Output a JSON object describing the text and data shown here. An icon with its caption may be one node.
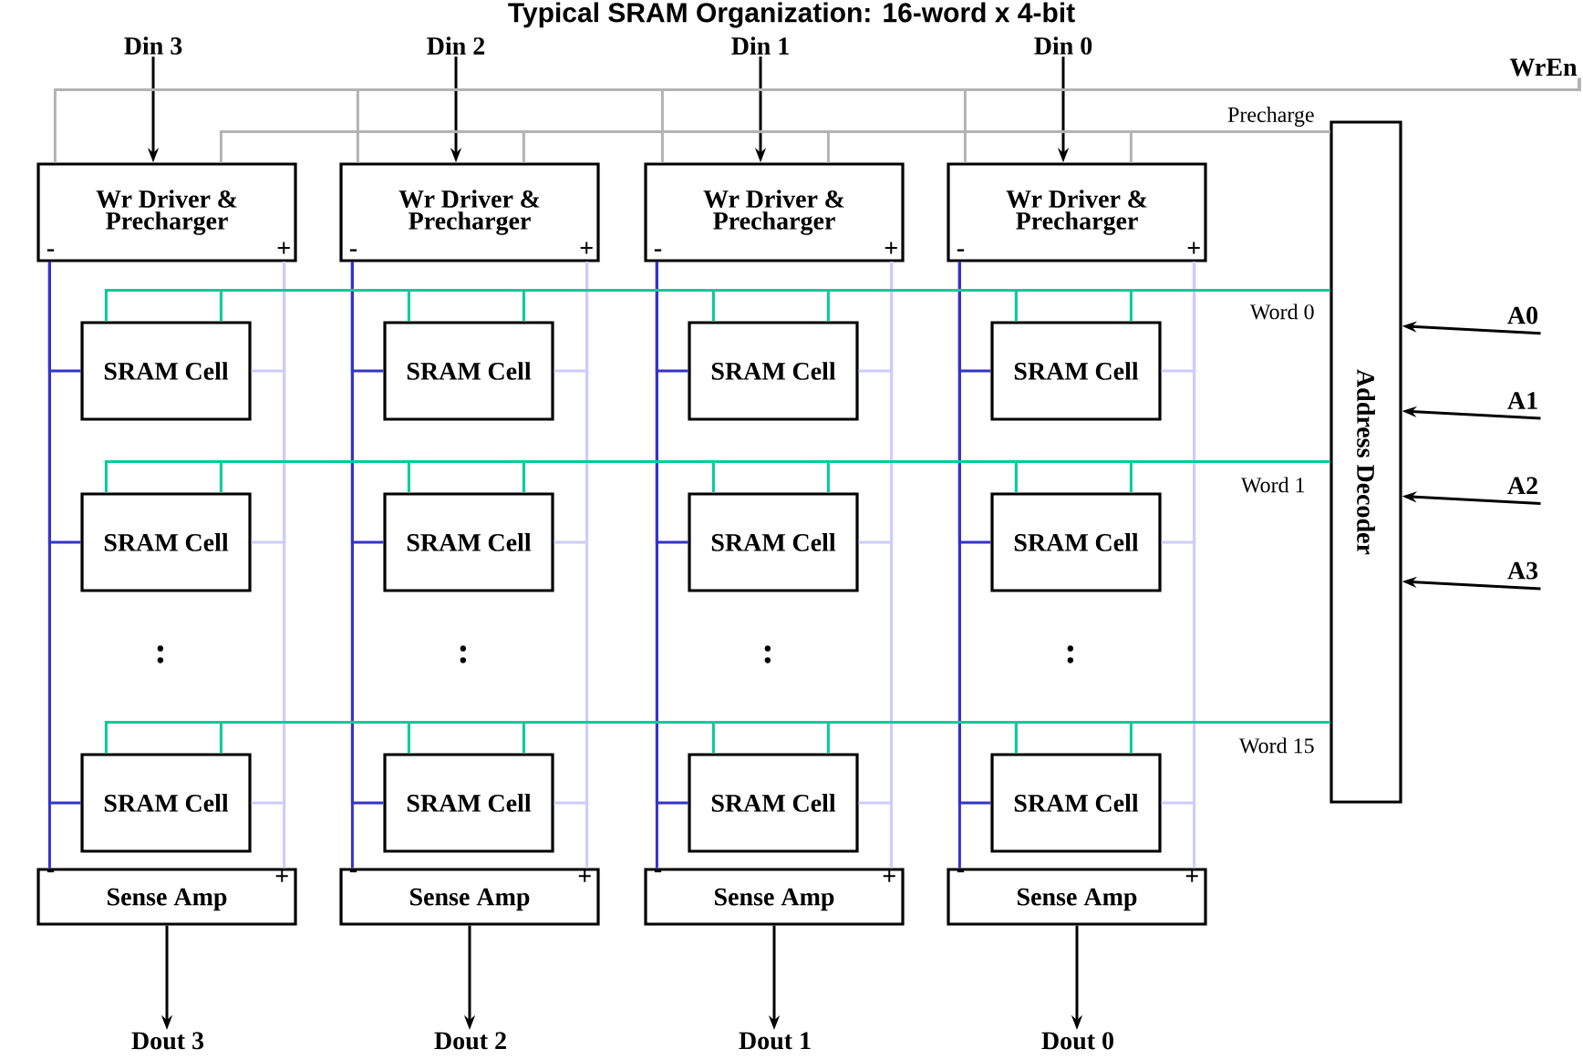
{
  "diagram": {
    "title": "Typical SRAM Organization: 16-word x 4-bit",
    "nodes": [
      {
        "text": [
          "Din 3"
        ]
      },
      {
        "text": [
          "Din 2"
        ]
      },
      {
        "text": [
          "Din 1"
        ]
      },
      {
        "text": [
          "Din 0"
        ]
      },
      {
        "text": [
          "Wr Driver & Precharger",
          "-",
          "+"
        ]
      },
      {
        "text": [
          "Wr Driver & Precharger",
          "-",
          "+"
        ]
      },
      {
        "text": [
          "Wr Driver & Precharger",
          "-",
          "+"
        ]
      },
      {
        "text": [
          "Wr Driver & Precharger",
          "-",
          "+"
        ]
      },
      {
        "text": [
          "SRAM Cell"
        ]
      },
      {
        "text": [
          "SRAM Cell"
        ]
      },
      {
        "text": [
          "SRAM Cell"
        ]
      },
      {
        "text": [
          "SRAM Cell"
        ]
      },
      {
        "text": [
          "SRAM Cell"
        ]
      },
      {
        "text": [
          "SRAM Cell"
        ]
      },
      {
        "text": [
          "SRAM Cell"
        ]
      },
      {
        "text": [
          "SRAM Cell"
        ]
      },
      {
        "text": [
          "SRAM Cell"
        ]
      },
      {
        "text": [
          "SRAM Cell"
        ]
      },
      {
        "text": [
          "SRAM Cell"
        ]
      },
      {
        "text": [
          "SRAM Cell"
        ]
      },
      {
        "text": [
          "Sense Amp",
          "-",
          "+"
        ]
      },
      {
        "text": [
          "Sense Amp",
          "-",
          "+"
        ]
      },
      {
        "text": [
          "Sense Amp",
          "-",
          "+"
        ]
      },
      {
        "text": [
          "Sense Amp",
          "-",
          "+"
        ]
      },
      {
        "text": [
          "Dout 3"
        ]
      },
      {
        "text": [
          "Dout 2"
        ]
      },
      {
        "text": [
          "Dout 1"
        ]
      },
      {
        "text": [
          "Dout 0"
        ]
      },
      {
        "text": [
          "Address Decoder"
        ]
      },
      {
        "text": [
          "A0"
        ]
      },
      {
        "text": [
          "A1"
        ]
      },
      {
        "text": [
          "A2"
        ]
      },
      {
        "text": [
          "A3"
        ]
      },
      {
        "text": [
          "WrEn"
        ]
      }
    ],
    "edges": [
      {
        "from": 0,
        "to": 4,
        "arrow": "to",
        "color": "#000000"
      },
      {
        "from": 1,
        "to": 5,
        "arrow": "to",
        "color": "#000000"
      },
      {
        "from": 2,
        "to": 6,
        "arrow": "to",
        "color": "#000000"
      },
      {
        "from": 3,
        "to": 7,
        "arrow": "to",
        "color": "#000000"
      },
      {
        "from": 33,
        "to": 4,
        "arrow": "none",
        "color": "#b3b3b3"
      },
      {
        "from": 33,
        "to": 5,
        "arrow": "none",
        "color": "#b3b3b3"
      },
      {
        "from": 33,
        "to": 6,
        "arrow": "none",
        "color": "#b3b3b3"
      },
      {
        "from": 33,
        "to": 7,
        "arrow": "none",
        "color": "#b3b3b3"
      },
      {
        "from": 28,
        "to": 4,
        "arrow": "none",
        "color": "#b3b3b3"
      },
      {
        "from": 28,
        "to": 5,
        "arrow": "none",
        "color": "#b3b3b3"
      },
      {
        "from": 28,
        "to": 6,
        "arrow": "none",
        "color": "#b3b3b3"
      },
      {
        "from": 28,
        "to": 7,
        "arrow": "none",
        "color": "#b3b3b3"
      },
      {
        "from": 4,
        "to": 8,
        "arrow": "none",
        "color": "#3333cc"
      },
      {
        "from": 4,
        "to": 12,
        "arrow": "none",
        "color": "#3333cc"
      },
      {
        "from": 4,
        "to": 16,
        "arrow": "none",
        "color": "#3333cc"
      },
      {
        "from": 5,
        "to": 9,
        "arrow": "none",
        "color": "#3333cc"
      },
      {
        "from": 5,
        "to": 13,
        "arrow": "none",
        "color": "#3333cc"
      },
      {
        "from": 5,
        "to": 17,
        "arrow": "none",
        "color": "#3333cc"
      },
      {
        "from": 6,
        "to": 10,
        "arrow": "none",
        "color": "#3333cc"
      },
      {
        "from": 6,
        "to": 14,
        "arrow": "none",
        "color": "#3333cc"
      },
      {
        "from": 6,
        "to": 18,
        "arrow": "none",
        "color": "#3333cc"
      },
      {
        "from": 7,
        "to": 11,
        "arrow": "none",
        "color": "#3333cc"
      },
      {
        "from": 7,
        "to": 15,
        "arrow": "none",
        "color": "#3333cc"
      },
      {
        "from": 7,
        "to": 19,
        "arrow": "none",
        "color": "#3333cc"
      },
      {
        "from": 4,
        "to": 8,
        "arrow": "none",
        "color": "#ccccff"
      },
      {
        "from": 4,
        "to": 12,
        "arrow": "none",
        "color": "#ccccff"
      },
      {
        "from": 4,
        "to": 16,
        "arrow": "none",
        "color": "#ccccff"
      },
      {
        "from": 5,
        "to": 9,
        "arrow": "none",
        "color": "#ccccff"
      },
      {
        "from": 5,
        "to": 13,
        "arrow": "none",
        "color": "#ccccff"
      },
      {
        "from": 5,
        "to": 17,
        "arrow": "none",
        "color": "#ccccff"
      },
      {
        "from": 6,
        "to": 10,
        "arrow": "none",
        "color": "#ccccff"
      },
      {
        "from": 6,
        "to": 14,
        "arrow": "none",
        "color": "#ccccff"
      },
      {
        "from": 6,
        "to": 18,
        "arrow": "none",
        "color": "#ccccff"
      },
      {
        "from": 7,
        "to": 11,
        "arrow": "none",
        "color": "#ccccff"
      },
      {
        "from": 7,
        "to": 15,
        "arrow": "none",
        "color": "#ccccff"
      },
      {
        "from": 7,
        "to": 19,
        "arrow": "none",
        "color": "#ccccff"
      },
      {
        "from": 4,
        "to": 20,
        "arrow": "none",
        "color": "#3333cc"
      },
      {
        "from": 5,
        "to": 21,
        "arrow": "none",
        "color": "#3333cc"
      },
      {
        "from": 6,
        "to": 22,
        "arrow": "none",
        "color": "#3333cc"
      },
      {
        "from": 7,
        "to": 23,
        "arrow": "none",
        "color": "#3333cc"
      },
      {
        "from": 4,
        "to": 20,
        "arrow": "none",
        "color": "#ccccff"
      },
      {
        "from": 5,
        "to": 21,
        "arrow": "none",
        "color": "#ccccff"
      },
      {
        "from": 6,
        "to": 22,
        "arrow": "none",
        "color": "#ccccff"
      },
      {
        "from": 7,
        "to": 23,
        "arrow": "none",
        "color": "#ccccff"
      },
      {
        "from": 28,
        "to": 8,
        "arrow": "none",
        "color": "#00cc99"
      },
      {
        "from": 28,
        "to": 9,
        "arrow": "none",
        "color": "#00cc99"
      },
      {
        "from": 28,
        "to": 10,
        "arrow": "none",
        "color": "#00cc99"
      },
      {
        "from": 28,
        "to": 11,
        "arrow": "none",
        "color": "#00cc99"
      },
      {
        "from": 28,
        "to": 12,
        "arrow": "none",
        "color": "#00cc99"
      },
      {
        "from": 28,
        "to": 13,
        "arrow": "none",
        "color": "#00cc99"
      },
      {
        "from": 28,
        "to": 14,
        "arrow": "none",
        "color": "#00cc99"
      },
      {
        "from": 28,
        "to": 15,
        "arrow": "none",
        "color": "#00cc99"
      },
      {
        "from": 28,
        "to": 16,
        "arrow": "none",
        "color": "#00cc99"
      },
      {
        "from": 28,
        "to": 17,
        "arrow": "none",
        "color": "#00cc99"
      },
      {
        "from": 28,
        "to": 18,
        "arrow": "none",
        "color": "#00cc99"
      },
      {
        "from": 28,
        "to": 19,
        "arrow": "none",
        "color": "#00cc99"
      },
      {
        "from": 20,
        "to": 24,
        "arrow": "to",
        "color": "#000000"
      },
      {
        "from": 21,
        "to": 25,
        "arrow": "to",
        "color": "#000000"
      },
      {
        "from": 22,
        "to": 26,
        "arrow": "to",
        "color": "#000000"
      },
      {
        "from": 23,
        "to": 27,
        "arrow": "to",
        "color": "#000000"
      },
      {
        "from": 29,
        "to": 28,
        "arrow": "to",
        "color": "#000000"
      },
      {
        "from": 30,
        "to": 28,
        "arrow": "to",
        "color": "#000000"
      },
      {
        "from": 31,
        "to": 28,
        "arrow": "to",
        "color": "#000000"
      },
      {
        "from": 32,
        "to": 28,
        "arrow": "to",
        "color": "#000000"
      }
    ],
    "labels": [
      "Precharge",
      "Word 0",
      "Word 1",
      ":",
      ":",
      ":",
      ":",
      "Word 15"
    ]
  }
}
